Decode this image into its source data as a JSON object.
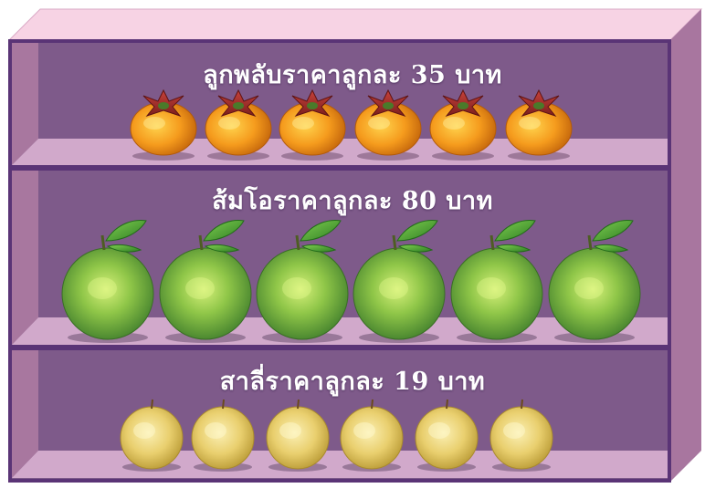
{
  "shelves": [
    {
      "label": "ลูกพลับราคาลูกละ 35 บาท",
      "fruit": "persimmon",
      "count": 6
    },
    {
      "label": "ส้มโอราคาลูกละ 80 บาท",
      "fruit": "pomelo",
      "count": 6
    },
    {
      "label": "สาลี่ราคาลูกละ 19 บาท",
      "fruit": "asian-pear",
      "count": 6
    }
  ],
  "colors": {
    "cabinet_top": "#f7d3e4",
    "cabinet_side": "#a8769f",
    "cabinet_back": "#7e5a8a",
    "shelf_board": "#d1a9cb",
    "frame": "#5a3476",
    "persimmon": "#f59b1d",
    "pomelo": "#7dba42",
    "asian_pear": "#e9cf6e"
  }
}
